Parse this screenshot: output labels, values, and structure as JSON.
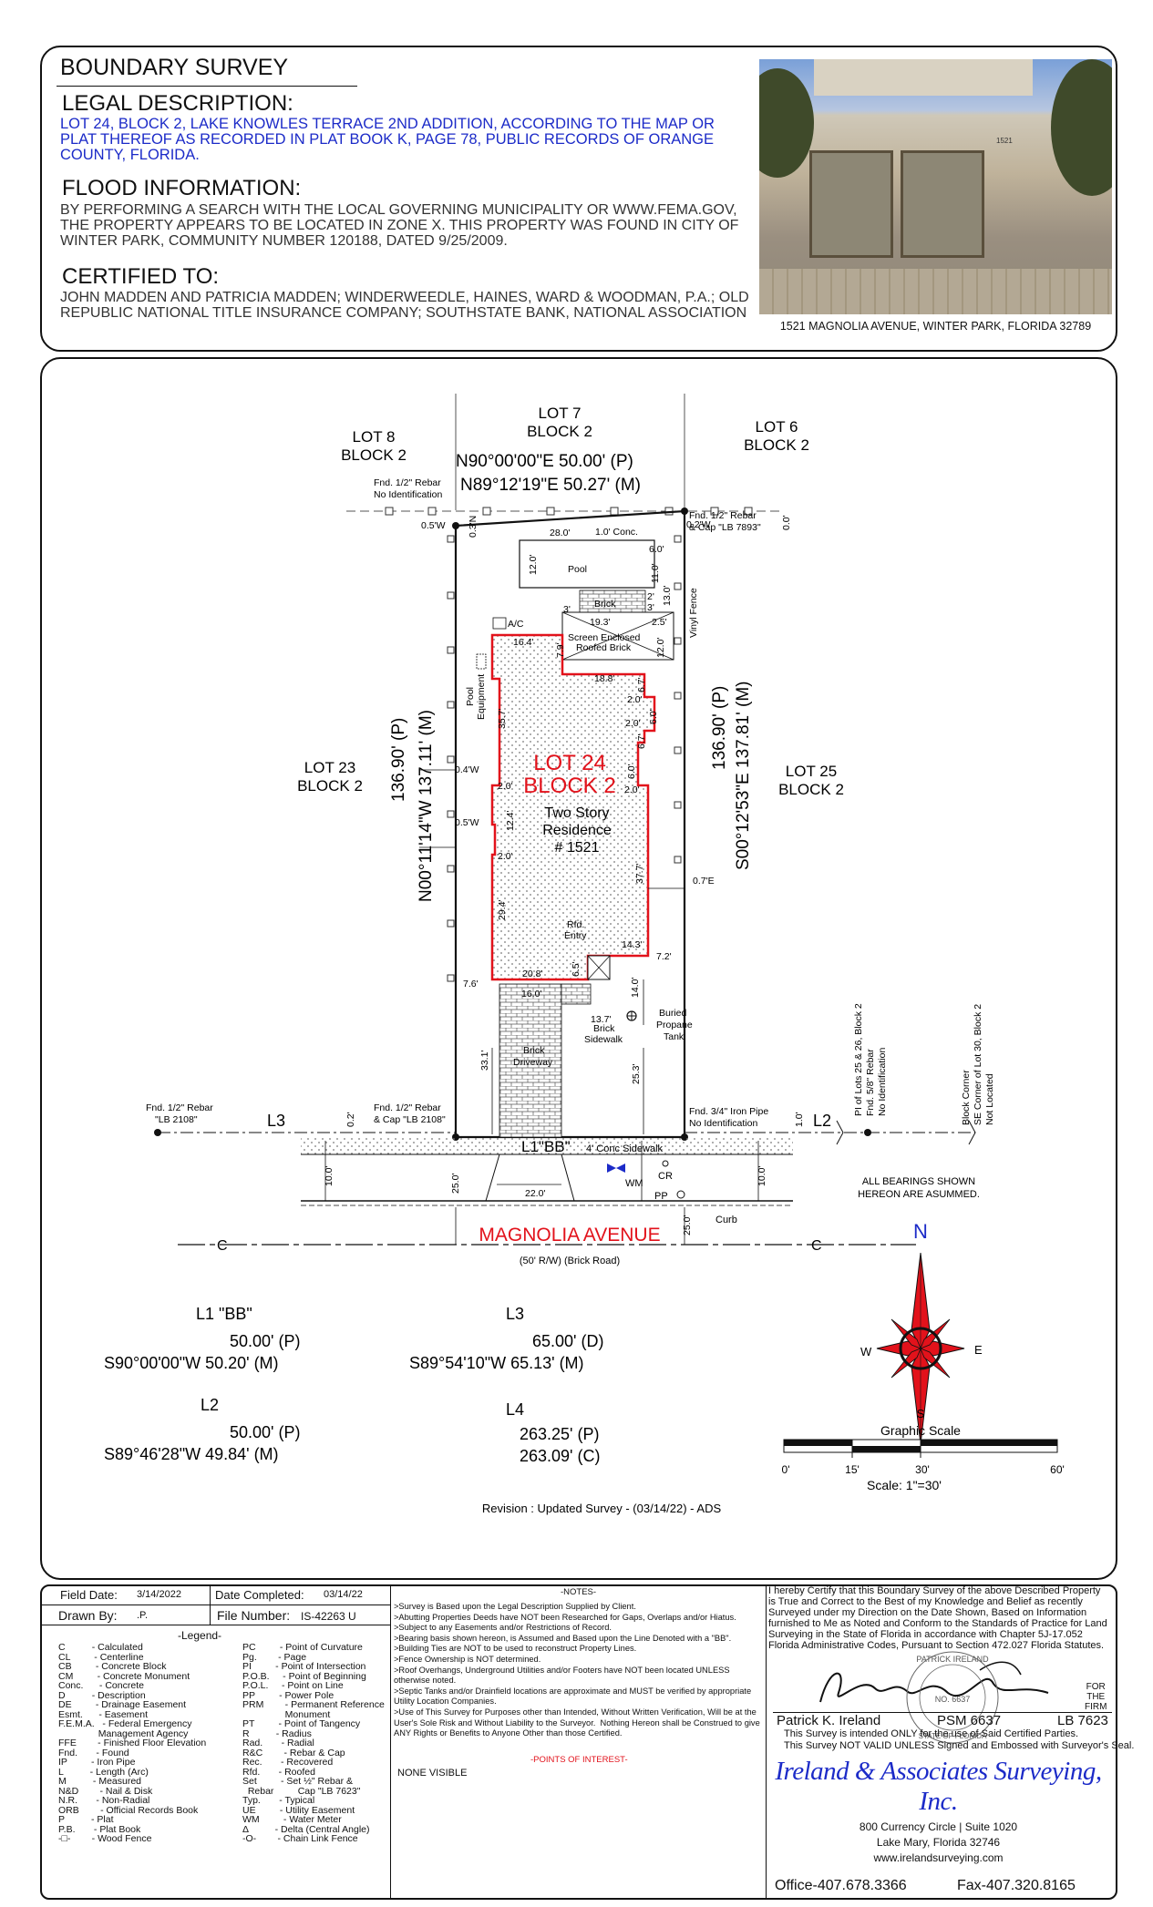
{
  "header": {
    "title": "BOUNDARY SURVEY",
    "legal_heading": "LEGAL DESCRIPTION:",
    "legal_text": "LOT 24, BLOCK 2, LAKE KNOWLES TERRACE 2ND ADDITION, ACCORDING TO THE MAP OR PLAT THEREOF AS RECORDED IN PLAT BOOK K, PAGE 78, PUBLIC RECORDS OF ORANGE COUNTY, FLORIDA.",
    "flood_heading": "FLOOD INFORMATION:",
    "flood_text": "BY PERFORMING A SEARCH WITH THE LOCAL GOVERNING MUNICIPALITY OR WWW.FEMA.GOV, THE PROPERTY APPEARS TO BE LOCATED IN ZONE X. THIS PROPERTY WAS FOUND IN CITY OF WINTER PARK, COMMUNITY NUMBER 120188, DATED 9/25/2009.",
    "certified_heading": "CERTIFIED TO:",
    "certified_text": "JOHN MADDEN AND PATRICIA MADDEN; WINDERWEEDLE, HAINES, WARD & WOODMAN, P.A.; OLD REPUBLIC NATIONAL TITLE INSURANCE COMPANY; SOUTHSTATE BANK, NATIONAL ASSOCIATION",
    "photo_caption": "1521 MAGNOLIA AVENUE,  WINTER PARK, FLORIDA 32789",
    "house_number_plate": "1521"
  },
  "plan": {
    "lot8": "LOT 8",
    "block2_a": "BLOCK 2",
    "lot7": "LOT 7",
    "block2_b": "BLOCK 2",
    "lot6": "LOT 6",
    "block2_c": "BLOCK 2",
    "lot23": "LOT 23",
    "block2_d": "BLOCK 2",
    "lot25": "LOT 25",
    "block2_e": "BLOCK 2",
    "north_p": "N90°00'00\"E  50.00'  (P)",
    "north_m": "N89°12'19\"E  50.27'  (M)",
    "west_p": "136.90'  (P)",
    "west_m": "N00°11'14\"W  137.11'  (M)",
    "east_p": "136.90'  (P)",
    "east_m": "S00°12'53\"E  137.81'  (M)",
    "nw_rebar_1": "Fnd. 1/2\" Rebar",
    "nw_rebar_2": "No Identification",
    "ne_rebar_1": "Fnd. 1/2\" Rebar",
    "ne_rebar_2": "& Cap \"LB 7893\"",
    "sw_rebar_1": "Fnd. 1/2\" Rebar",
    "sw_rebar_2": "& Cap \"LB 2108\"",
    "far_rebar_1": "Fnd. 1/2\" Rebar",
    "far_rebar_2": "\"LB 2108\"",
    "se_pipe_1": "Fnd. 3/4\" Iron Pipe",
    "se_pipe_2": "No Identification",
    "pi_1": "PI of Lots 25 & 26, Block 2",
    "pi_2": "Fnd. 5/8\" Rebar",
    "pi_3": "No Identification",
    "bc_1": "Block Corner",
    "bc_2": "SE Corner of Lot 30,  Block 2",
    "bc_3": "Not Located",
    "lot_label": "LOT 24",
    "block_label": "BLOCK 2",
    "res_1": "Two Story",
    "res_2": "Residence",
    "res_3": "# 1521",
    "pool": "Pool",
    "brick": "Brick",
    "screen_1": "Screen Enclosed",
    "screen_2": "Roofed Brick",
    "conc": "1.0' Conc.",
    "vinyl": "Vinyl Fence",
    "ac": "A/C",
    "pool_eq_1": "Pool",
    "pool_eq_2": "Equipment",
    "rfd_1": "Rfd.",
    "rfd_2": "Entry",
    "brick_sw_1": "Brick",
    "brick_sw_2": "Sidewalk",
    "propane_1": "Buried",
    "propane_2": "Propane",
    "propane_3": "Tank",
    "driveway_1": "Brick",
    "driveway_2": "Driveway",
    "l1": "L1\"BB\"",
    "sidewalk": "4' Conc Sidewalk",
    "l2": "L2",
    "l3": "L3",
    "wm": "WM",
    "cr": "CR",
    "pp": "PP",
    "curb": "Curb",
    "street": "MAGNOLIA AVENUE",
    "row": "(50' R/W) (Brick Road)",
    "bearings_1": "ALL BEARINGS SHOWN",
    "bearings_2": "HEREON ARE ASUMMED.",
    "dims": {
      "d05w_a": "0.5'W",
      "d03n": "0.3'N",
      "d28": "28.0'",
      "d02w": "0.2'W",
      "d00": "0.0'",
      "d12": "12.0'",
      "d60": "6.0'",
      "d110": "11.0'",
      "d130": "13.0'",
      "d2": "2'",
      "d3": "3'",
      "d3b": "3'",
      "d193": "19.3'",
      "d25": "2.5'",
      "d164": "16.4'",
      "d79": "7.9'",
      "d120b": "12.0'",
      "d188": "18.8'",
      "d67": "6.7'",
      "d20a": "2.0'",
      "d20b": "2.0'",
      "d60b": "6.0'",
      "d67b": "6.7'",
      "d357": "35.7'",
      "d04w": "0.4'W",
      "d60c": "6.0'",
      "d20c": "2.0'",
      "d20d": "2.0'",
      "d05w_b": "0.5'W",
      "d124": "12.4'",
      "d20e": "2.0'",
      "d377": "37.7'",
      "d07e": "0.7'E",
      "d294": "29.4'",
      "d143": "14.3'",
      "d72": "7.2'",
      "d76": "7.6'",
      "d208": "20.8'",
      "d65": "6.5'",
      "d160": "16.0'",
      "d140": "14.0'",
      "d137": "13.7'",
      "d331": "33.1'",
      "d253": "25.3'",
      "d02": "0.2'",
      "d10": "1.0'",
      "d100a": "10.0'",
      "d250a": "25.0'",
      "d220": "22.0'",
      "d100b": "10.0'",
      "d250b": "25.0'"
    }
  },
  "lines_table": {
    "l1_title": "L1 \"BB\"",
    "l1_p": "50.00'  (P)",
    "l1_m": "S90°00'00\"W  50.20'  (M)",
    "l2_title": "L2",
    "l2_p": "50.00'  (P)",
    "l2_m": "S89°46'28\"W  49.84'  (M)",
    "l3_title": "L3",
    "l3_d": "65.00'  (D)",
    "l3_m": "S89°54'10\"W  65.13'  (M)",
    "l4_title": "L4",
    "l4_p": "263.25'  (P)",
    "l4_c": "263.09'  (C)",
    "revision": "Revision : Updated Survey - (03/14/22) - ADS"
  },
  "compass": {
    "n": "N",
    "s": "S",
    "e": "E",
    "w": "W"
  },
  "scale": {
    "title": "Graphic Scale",
    "t0": "0'",
    "t15": "15'",
    "t30": "30'",
    "t60": "60'",
    "label": "Scale:  1\"=30'"
  },
  "footer": {
    "field_date_label": "Field Date:",
    "field_date": "3/14/2022",
    "completed_label": "Date Completed:",
    "completed": "03/14/22",
    "drawn_label": "Drawn By:",
    "drawn": ".P.",
    "file_label": "File Number:",
    "file": "IS-42263 U",
    "legend_title": "-Legend-",
    "legend_left": "C          - Calculated\nCL         - Centerline\nCB         - Concrete Block\nCM         - Concrete Monument\nConc.      - Concrete\nD          - Description\nDE         - Drainage Easement\nEsmt.      - Easement\nF.E.M.A.   - Federal Emergency\n               Management Agency\nFFE        - Finished Floor Elevation\nFnd.       - Found\nIP         - Iron Pipe\nL          - Length (Arc)\nM          - Measured\nN&D        - Nail & Disk\nN.R.       - Non-Radial\nORB        - Official Records Book\nP          - Plat\nP.B.       - Plat Book\n-□-        - Wood Fence",
    "legend_right": "PC         - Point of Curvature\nPg.        - Page\nPI         - Point of Intersection\nP.O.B.     - Point of Beginning\nP.O.L.     - Point on Line\nPP         - Power Pole\nPRM        - Permanent Reference\n                Monument\nPT         - Point of Tangency\nR          - Radius\nRad.       - Radial\nR&C        - Rebar & Cap\nRec.       - Recovered\nRfd.       - Roofed\nSet         - Set ½\" Rebar &\n  Rebar         Cap \"LB 7623\"\nTyp.       - Typical\nUE         - Utility Easement\nWM         - Water Meter\nΔ          - Delta (Central Angle)\n-O-        - Chain Link Fence",
    "notes_title": "-NOTES-",
    "notes_text": ">Survey is Based upon the Legal Description Supplied by Client.\n>Abutting Properties Deeds have NOT been Researched for Gaps, Overlaps and/or Hiatus.\n>Subject to any Easements and/or Restrictions of Record.\n>Bearing basis shown hereon, is Assumed and Based upon the Line Denoted with a \"BB\".\n>Building Ties are NOT to be used to reconstruct Property Lines.\n>Fence Ownership is NOT determined.\n>Roof Overhangs, Underground Utilities and/or Footers have NOT been located UNLESS otherwise noted.\n>Septic Tanks and/or Drainfield locations are approximate and MUST be verified by appropriate Utility Location Companies.\n>Use of This Survey for Purposes other than Intended, Without Written Verification, Will be at the User's Sole Risk and Without Liability to the Surveyor.  Nothing Hereon shall be Construed to give ANY Rights or Benefits to Anyone Other than those Certified.",
    "poi_title": "-POINTS OF INTEREST-",
    "poi_text": "NONE VISIBLE",
    "cert_text": "I hereby Certify that this Boundary Survey of the above Described Property is True and Correct to the Best of my Knowledge and Belief as recently Surveyed under my Direction on the Date Shown, Based on Information furnished to Me as Noted and Conform to the Standards of Practice for Land Surveying in the State of Florida in accordance with Chapter 5J-17.052 Florida Administrative Codes, Pursuant to Section 472.027 Florida Statutes.",
    "for_firm": "FOR\nTHE\nFIRM",
    "surveyor": "Patrick K. Ireland",
    "psm": "PSM 6637",
    "lb": "LB 7623",
    "intended_1": "This Survey is intended ONLY for the use of Said Certified Parties.",
    "intended_2": "This Survey NOT VALID UNLESS Signed and Embossed with Surveyor's Seal.",
    "firm_name": "Ireland & Associates Surveying, Inc.",
    "addr_1": "800 Currency Circle | Suite 1020",
    "addr_2": "Lake Mary, Florida 32746",
    "web": "www.irelandsurveying.com",
    "office": "Office-407.678.3366",
    "fax": "Fax-407.320.8165",
    "seal_text": "PATRICK IRELAND",
    "seal_no": "NO. 6637",
    "seal_state": "STATE OF FLORIDA"
  }
}
